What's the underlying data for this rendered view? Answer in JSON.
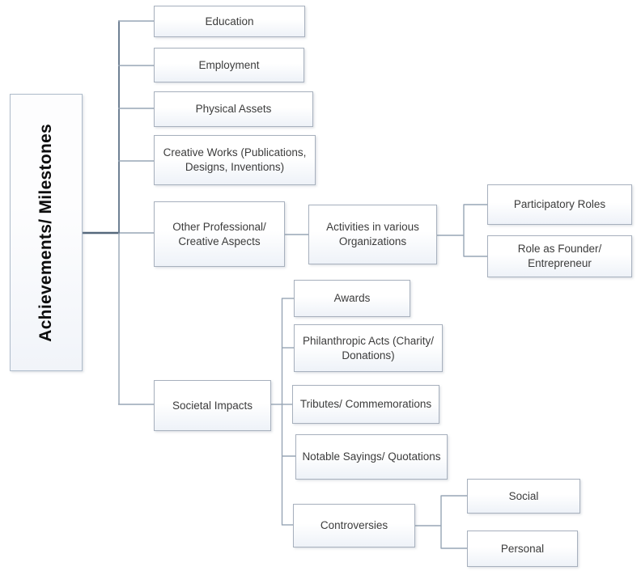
{
  "diagram_title": "Achievements/ Milestones",
  "nodes": {
    "root": {
      "label": "Achievements/ Milestones"
    },
    "education": {
      "label": "Education"
    },
    "employment": {
      "label": "Employment"
    },
    "physical_assets": {
      "label": "Physical Assets"
    },
    "creative_works": {
      "label": "Creative Works (Publications, Designs, Inventions)"
    },
    "other_professional": {
      "label": "Other Professional/ Creative Aspects"
    },
    "societal_impacts": {
      "label": "Societal Impacts"
    },
    "activities_organizations": {
      "label": "Activities in various Organizations"
    },
    "participatory_roles": {
      "label": "Participatory Roles"
    },
    "role_founder": {
      "label": "Role as Founder/ Entrepreneur"
    },
    "awards": {
      "label": "Awards"
    },
    "philanthropic_acts": {
      "label": "Philanthropic Acts (Charity/ Donations)"
    },
    "tributes": {
      "label": "Tributes/ Commemorations"
    },
    "notable_sayings": {
      "label": "Notable Sayings/ Quotations"
    },
    "controversies": {
      "label": "Controversies"
    },
    "social": {
      "label": "Social"
    },
    "personal": {
      "label": "Personal"
    }
  },
  "structure": {
    "root": "Achievements/ Milestones",
    "children": [
      {
        "label": "Education"
      },
      {
        "label": "Employment"
      },
      {
        "label": "Physical Assets"
      },
      {
        "label": "Creative Works (Publications, Designs, Inventions)"
      },
      {
        "label": "Other Professional/ Creative Aspects",
        "children": [
          {
            "label": "Activities in various Organizations",
            "children": [
              {
                "label": "Participatory Roles"
              },
              {
                "label": "Role as Founder/ Entrepreneur"
              }
            ]
          }
        ]
      },
      {
        "label": "Societal Impacts",
        "children": [
          {
            "label": "Awards"
          },
          {
            "label": "Philanthropic Acts (Charity/ Donations)"
          },
          {
            "label": "Tributes/ Commemorations"
          },
          {
            "label": "Notable Sayings/ Quotations"
          },
          {
            "label": "Controversies",
            "children": [
              {
                "label": "Social"
              },
              {
                "label": "Personal"
              }
            ]
          }
        ]
      }
    ]
  },
  "colors": {
    "box_border": "#a7b0bd",
    "box_fill_top": "#ffffff",
    "box_fill_bottom": "#eef2f8",
    "connector": "#97a5b5",
    "connector_dark": "#55687c",
    "text": "#3c3c3c"
  }
}
